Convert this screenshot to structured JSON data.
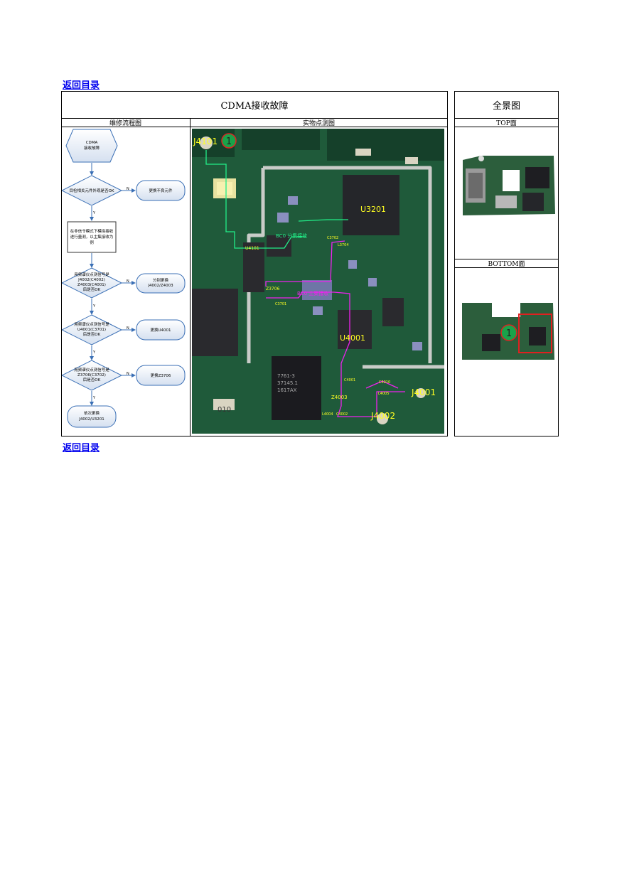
{
  "nav": {
    "back_top": "返回目录",
    "back_bottom": "返回目录"
  },
  "table": {
    "title": "CDMA接收故障",
    "overview_title": "全景图",
    "col_flow": "维修流程图",
    "col_photo": "实物点测图",
    "top_label": "TOP面",
    "bottom_label": "BOTTOM面"
  },
  "flow": {
    "start": [
      "CDMA",
      "接收故障"
    ],
    "q1": "目检相关元件外观是否OK",
    "a1": "更换不良元件",
    "step2": [
      "在非信令模式下模拟接收",
      "进行量测，以主集接收为",
      "例"
    ],
    "q3": [
      "用频谱仪点测信号是",
      "J4002(C4002)",
      "Z4003(C4001)",
      "后是否OK"
    ],
    "a3": [
      "分别更换",
      "J4002/Z4003"
    ],
    "q4": [
      "用频谱仪点测信号是",
      "U4001(C3701)",
      "后是否OK"
    ],
    "a4": "更换U4001",
    "q5": [
      "用频谱仪点测信号是",
      "Z3706(C3702)",
      "后是否OK"
    ],
    "a5": "更换Z3706",
    "end": [
      "依次更换",
      "J4002/U3201"
    ],
    "yes": "Y",
    "no": "N"
  },
  "pcb_labels": {
    "j4101": "J4101",
    "u3201": "U3201",
    "u4101": "U4101",
    "bc0_div": "BC0 分集接收",
    "bc0_main": "BC0 主集接收",
    "z3706": "Z3706",
    "c3701": "C3701",
    "c3702": "C3702",
    "l3704": "L3704",
    "u4001": "U4001",
    "c4001": "C4001",
    "z4003": "Z4003",
    "l4004": "L4004",
    "c4002": "C4002",
    "j4002": "J4002",
    "c4010": "C4010",
    "l4005": "L4005",
    "j4001": "J4001",
    "marker": "1",
    "chip1": "7761-3",
    "chip2": "37145.1",
    "chip3": "1617AX",
    "code": "010"
  },
  "colors": {
    "link": "#0000ee",
    "pcb": "#1f5a3a",
    "trace_green": "#22ee88",
    "trace_magenta": "#ee22ee",
    "label_yellow": "#ffff22",
    "marker": "#1aa34a"
  }
}
